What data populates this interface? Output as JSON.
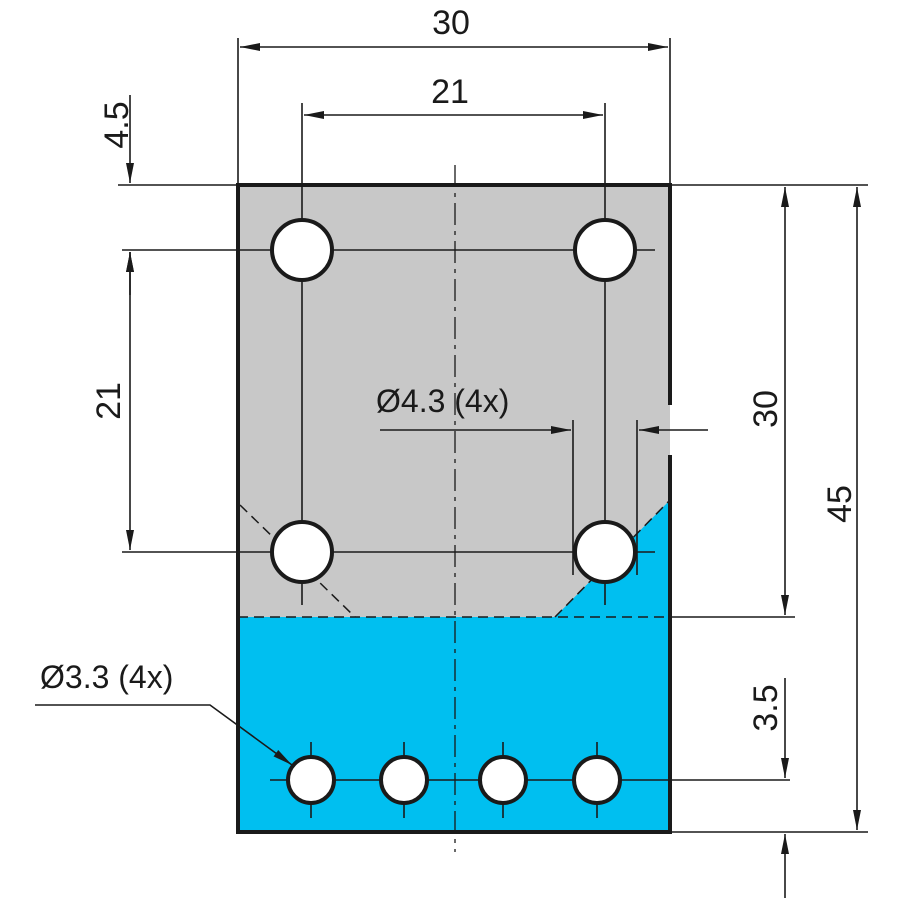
{
  "colors": {
    "upper_plate": "#c8c8c8",
    "lower_plate": "#00bff0",
    "line": "#1a1a1a",
    "background": "#ffffff"
  },
  "dimensions": {
    "overall_width": "30",
    "hole_spacing_width": "21",
    "top_offset": "4.5",
    "hole_spacing_height": "21",
    "upper_plate_height": "30",
    "overall_height": "45",
    "bottom_offset": "3.5"
  },
  "notes": {
    "large_holes": "Ø4.3 (4x)",
    "small_holes": "Ø3.3 (4x)"
  }
}
